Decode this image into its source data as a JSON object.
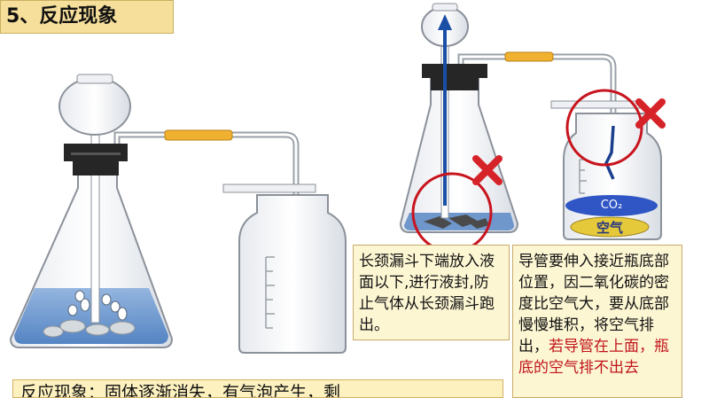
{
  "slide": {
    "title": "5、反应现象",
    "note_left": "长颈漏斗下端放入液面以下,进行液封,防止气体从长颈漏斗跑出。",
    "note_right_black": "导管要伸入接近瓶底部位置，因二氧化碳的密度比空气大，要从底部慢慢堆积，将空气排出，",
    "note_right_red": "若导管在上面，瓶底的空气排不出去",
    "bottom_text": "反应现象：固体逐渐消失，有气泡产生，剩",
    "co2_label": "CO₂",
    "air_label": "空气"
  },
  "colors": {
    "title_bg": "#f6df9a",
    "note_bg": "#fdf6d3",
    "liquid": "#5f8fcc",
    "rubber": "#f0b030",
    "stopper": "#222222",
    "cross": "#d6232a",
    "circle": "#c8141e",
    "arrow": "#1b4fa6"
  },
  "icons": [
    "red-cross-icon",
    "up-arrow-icon"
  ]
}
